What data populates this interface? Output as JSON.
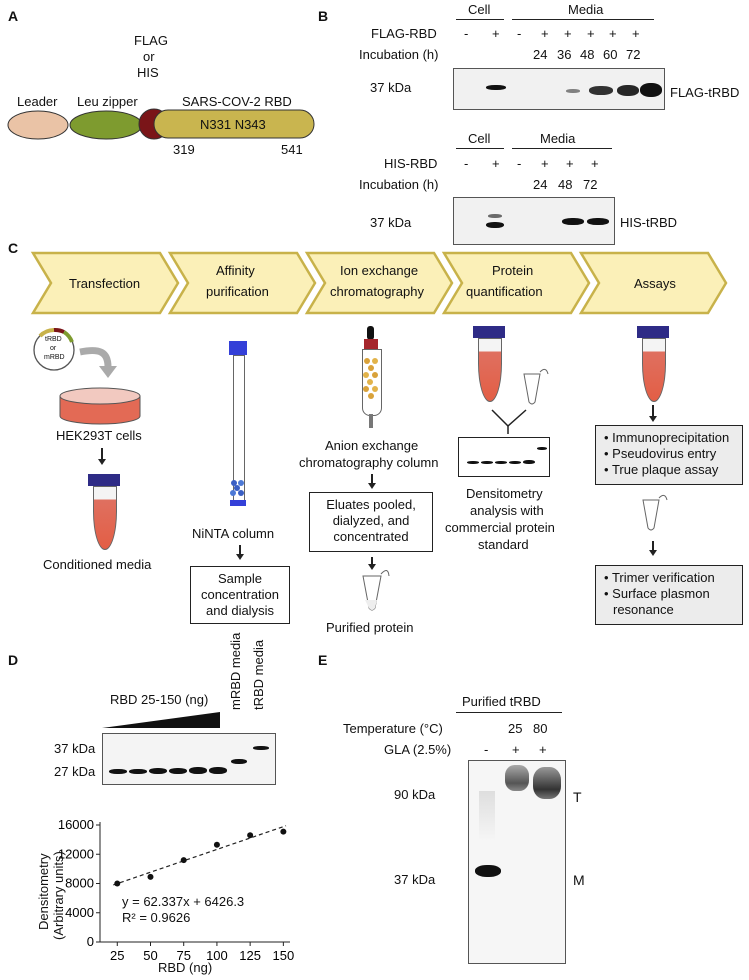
{
  "panels": {
    "a": "A",
    "b": "B",
    "c": "C",
    "d": "D",
    "e": "E"
  },
  "panel_a": {
    "leader": "Leader",
    "leu_zipper": "Leu zipper",
    "tag_line1": "FLAG",
    "tag_line2": "or",
    "tag_line3": "HIS",
    "rbd_title": "SARS-COV-2 RBD",
    "rbd_sites": "N331 N343",
    "start_res": "319",
    "end_res": "541",
    "colors": {
      "leader": "#eac3a6",
      "leu": "#7e9b2f",
      "tag": "#7a1518",
      "rbd": "#c9b54f"
    }
  },
  "panel_b_top": {
    "cell": "Cell",
    "media": "Media",
    "row1_label": "FLAG-RBD",
    "row1_signs": [
      "-",
      "+",
      "-",
      "+",
      "+",
      "+",
      "+",
      "+"
    ],
    "row2_label": "Incubation (h)",
    "hours": [
      "24",
      "36",
      "48",
      "60",
      "72"
    ],
    "mw": "37 kDa",
    "band_label": "FLAG-tRBD"
  },
  "panel_b_bottom": {
    "cell": "Cell",
    "media": "Media",
    "row1_label": "HIS-RBD",
    "row1_signs": [
      "-",
      "+",
      "-",
      "+",
      "+",
      "+"
    ],
    "row2_label": "Incubation (h)",
    "hours": [
      "24",
      "48",
      "72"
    ],
    "mw": "37 kDa",
    "band_label": "HIS-tRBD"
  },
  "panel_c": {
    "steps": [
      {
        "l1": "Transfection",
        "l2": ""
      },
      {
        "l1": "Affinity",
        "l2": "purification"
      },
      {
        "l1": "Ion exchange",
        "l2": "chromatography"
      },
      {
        "l1": "Protein",
        "l2": "quantification"
      },
      {
        "l1": "Assays",
        "l2": ""
      }
    ],
    "plasmid": [
      "tRBD",
      "or",
      "mRBD"
    ],
    "hek": "HEK293T cells",
    "conditioned": "Conditioned media",
    "ninta": "NiNTA column",
    "sample_box": [
      "Sample",
      "concentration",
      "and dialysis"
    ],
    "anion": [
      "Anion exchange",
      "chromatography column"
    ],
    "eluates_box": [
      "Eluates pooled,",
      "dialyzed, and",
      "concentrated"
    ],
    "purified": "Purified protein",
    "densito": [
      "Densitometry",
      "analysis with",
      "commercial protein",
      "standard"
    ],
    "assay_box1": [
      "Immunoprecipitation",
      "Pseudovirus entry",
      "True plaque assay"
    ],
    "assay_box2": [
      "Trimer verification",
      "Surface plasmon",
      "resonance"
    ],
    "colors": {
      "chevron_fill": "#fbf0b8",
      "chevron_border": "#c8b24a"
    }
  },
  "panel_d": {
    "ramp_label": "RBD 25-150 (ng)",
    "mrbd": "mRBD media",
    "trbd": "tRBD media",
    "mw1": "37 kDa",
    "mw2": "27 kDa"
  },
  "chart_data": {
    "type": "scatter",
    "x": [
      25,
      50,
      75,
      100,
      125,
      150
    ],
    "y": [
      8000,
      8900,
      11200,
      13300,
      14600,
      15100
    ],
    "xlabel": "RBD (ng)",
    "ylabel": "Densitometry (Arbitrary units)",
    "ylabel_line1": "Densitometry",
    "ylabel_line2": "(Arbitrary units)",
    "xticks": [
      25,
      50,
      75,
      100,
      125,
      150
    ],
    "yticks": [
      0,
      4000,
      8000,
      12000,
      16000
    ],
    "xlim": [
      12,
      155
    ],
    "ylim": [
      0,
      16000
    ],
    "trendline": {
      "slope": 62.337,
      "intercept": 6426.3
    },
    "equation": "y = 62.337x + 6426.3",
    "r2": "R² = 0.9626"
  },
  "panel_e": {
    "title": "Purified tRBD",
    "temp_label": "Temperature (°C)",
    "temps": [
      "25",
      "80"
    ],
    "gla_label": "GLA (2.5%)",
    "gla_signs": [
      "-",
      "+",
      "+"
    ],
    "mw1": "90 kDa",
    "mw2": "37 kDa",
    "t": "T",
    "m": "M"
  }
}
